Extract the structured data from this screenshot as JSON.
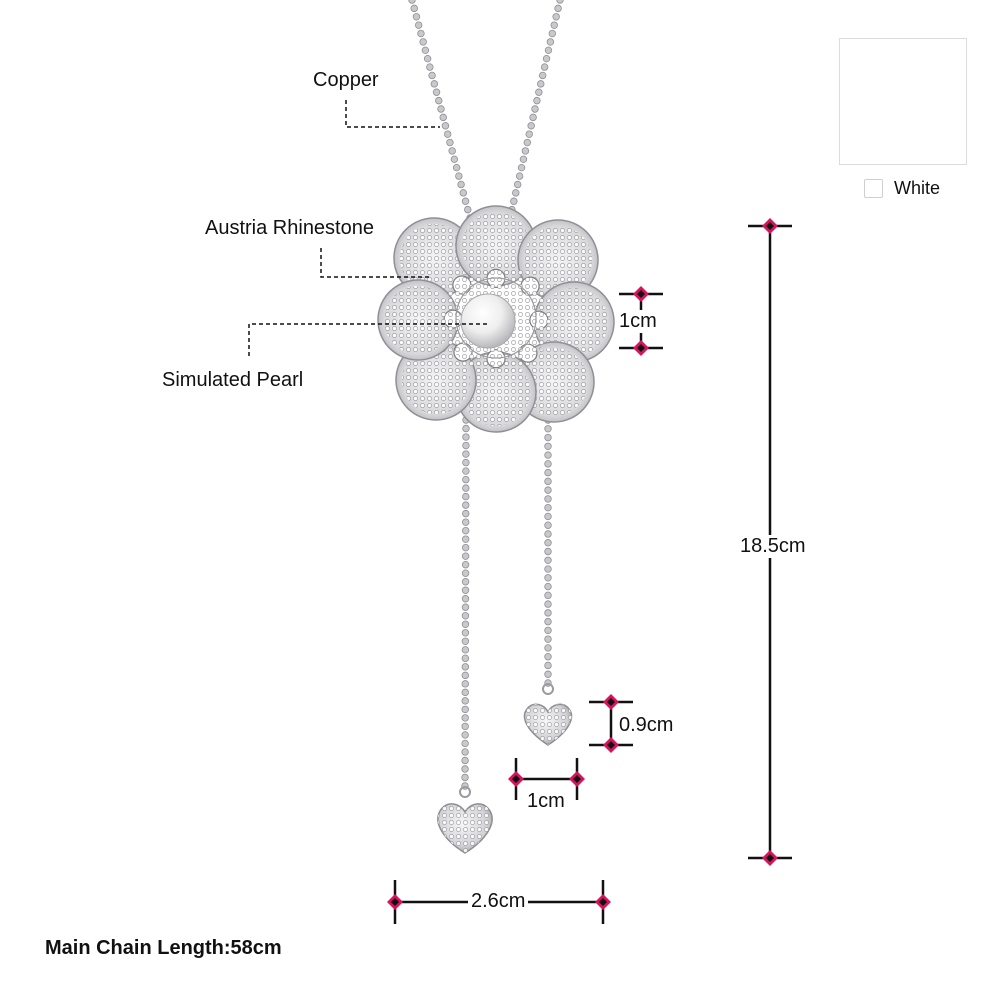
{
  "callouts": {
    "copper": "Copper",
    "rhinestone": "Austria Rhinestone",
    "pearl": "Simulated Pearl"
  },
  "dimensions": {
    "pearl_height": "1cm",
    "total_length": "18.5cm",
    "small_heart_height": "0.9cm",
    "small_heart_width": "1cm",
    "pendant_width": "2.6cm"
  },
  "main_chain": "Main Chain Length:58cm",
  "variant": {
    "label": "White",
    "selected": false
  },
  "colors": {
    "marker": "#d6135c",
    "metal": "#c9c9cc",
    "line": "#111111"
  },
  "icons": [
    "necklace-image",
    "dimension-marker-icon",
    "thumbnail-image"
  ]
}
